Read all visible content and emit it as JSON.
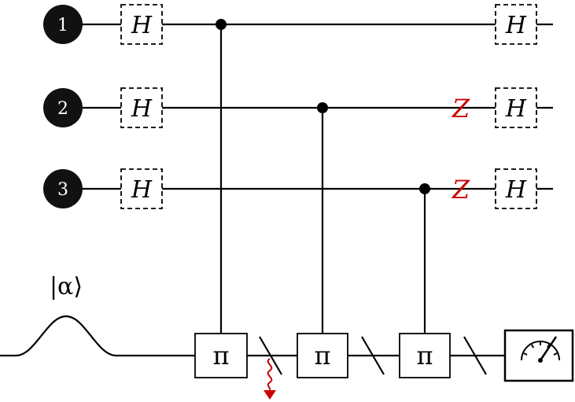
{
  "qubits": [
    {
      "number": "1",
      "gates_before": [
        "H"
      ],
      "z_gate": "",
      "gates_after": [
        "H"
      ]
    },
    {
      "number": "2",
      "gates_before": [
        "H"
      ],
      "z_gate": "Z",
      "gates_after": [
        "H"
      ]
    },
    {
      "number": "3",
      "gates_before": [
        "H"
      ],
      "z_gate": "Z",
      "gates_after": [
        "H"
      ]
    }
  ],
  "mode": {
    "state_label": "|α⟩",
    "phase_gates": [
      "π",
      "π",
      "π"
    ]
  },
  "colors": {
    "loss": "#cc0000",
    "z_gate": "#cc0000",
    "qubit_fill": "#111111"
  },
  "icons": {
    "loss_arrow": "wavy-down-arrow-icon",
    "detector": "meter-gauge-icon"
  }
}
